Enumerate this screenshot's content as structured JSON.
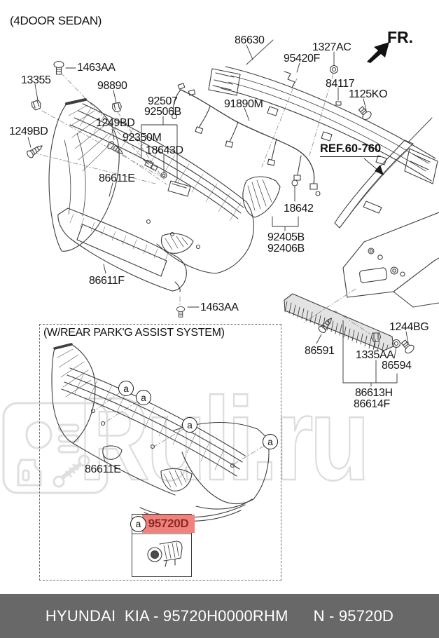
{
  "header": {
    "variant_note": "(4DOOR SEDAN)",
    "fr_label": "FR."
  },
  "watermark": {
    "text": "Ruli.ru"
  },
  "diagram": {
    "callout_letter": "a",
    "ref_label": "REF.60-760",
    "subbox_title": "(W/REAR PARK'G ASSIST SYSTEM)",
    "highlight_part": "95720D",
    "highlight_bg": "#f2817b",
    "highlight_text_color": "#8a2b26",
    "labels": [
      {
        "text": "1463AA"
      },
      {
        "text": "13355"
      },
      {
        "text": "98890"
      },
      {
        "text": "92507"
      },
      {
        "text": "92506B"
      },
      {
        "text": "1249BD"
      },
      {
        "text": "1249BD"
      },
      {
        "text": "92350M"
      },
      {
        "text": "18643D"
      },
      {
        "text": "86611E"
      },
      {
        "text": "86611F"
      },
      {
        "text": "1463AA"
      },
      {
        "text": "86630"
      },
      {
        "text": "1327AC"
      },
      {
        "text": "95420F"
      },
      {
        "text": "84117"
      },
      {
        "text": "1125KO"
      },
      {
        "text": "91890M"
      },
      {
        "text": "18642"
      },
      {
        "text": "92405B"
      },
      {
        "text": "92406B"
      },
      {
        "text": "86591"
      },
      {
        "text": "1335AA"
      },
      {
        "text": "1244BG"
      },
      {
        "text": "86594"
      },
      {
        "text": "86613H"
      },
      {
        "text": "86614F"
      },
      {
        "text": "86611E"
      }
    ]
  },
  "footer": {
    "left": "HYUNDAI  KIA - 95720H0000RHM",
    "right": "N - 95720D",
    "bg": "#686868"
  }
}
